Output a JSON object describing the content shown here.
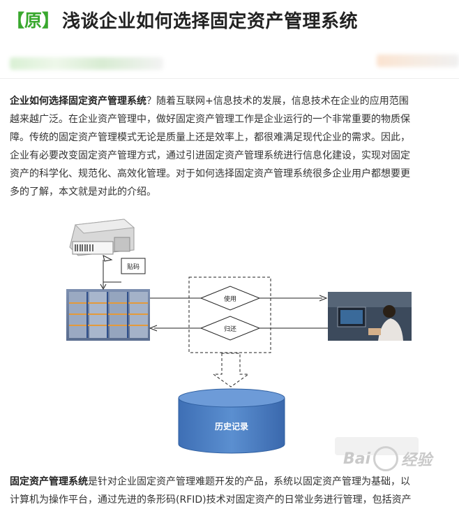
{
  "article": {
    "tag": "【原】",
    "title": "浅谈企业如何选择固定资产管理系统"
  },
  "intro": {
    "lead": "企业如何选择固定资产管理系统",
    "lines": [
      "？随着互联网+信息技术的发展，信息技术在企业的应用范围",
      "越来越广泛。在企业资产管理中，做好固定资产管理工作是企业运行的一个非常重要的物质保",
      "障。传统的固定资产管理模式无论是质量上还是效率上，都很难满足现代企业的需求。因此，",
      "企业有必要改变固定资产管理方式，通过引进固定资产管理系统进行信息化建设，实现对固定",
      "资产的科学化、规范化、高效化管理。对于如何选择固定资产管理系统很多企业用户都想要更",
      "多的了解，本文就是对此的介绍。"
    ]
  },
  "diagram": {
    "printer_label": "贴码",
    "use_label": "使用",
    "return_label": "归还",
    "history_label": "历史记录"
  },
  "section2": {
    "lead": "固定资产管理系统",
    "lines": [
      "是针对企业固定资产管理难题开发的产品，系统以固定资产管理为基础，以",
      "计算机为操作平台，通过先进的条形码(RFID)技术对固定资产的日常业务进行管理，包括资产"
    ]
  },
  "watermark": {
    "left": "Bai",
    "right": "经验"
  }
}
